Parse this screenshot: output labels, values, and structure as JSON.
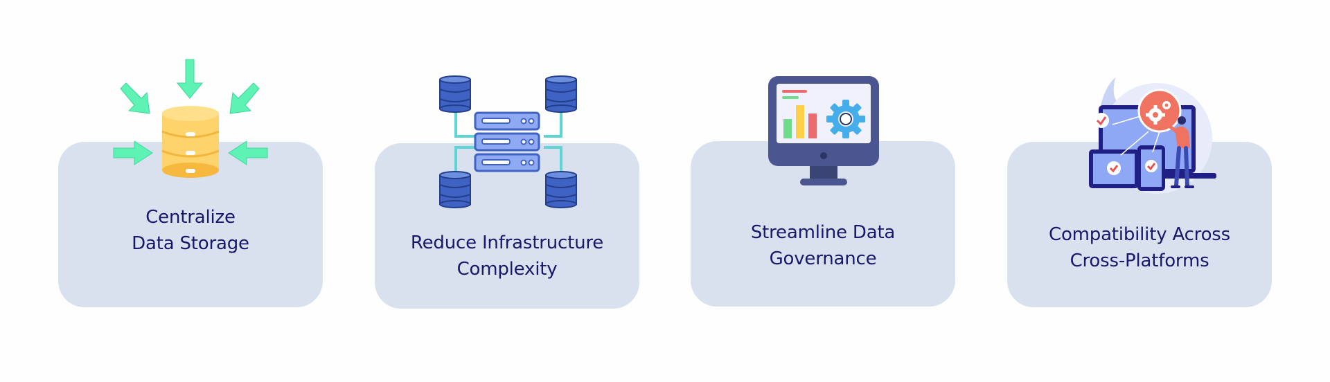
{
  "features": [
    {
      "title": "Centralize\nData Storage",
      "icon": "database-arrows-icon"
    },
    {
      "title": "Reduce Infrastructure\nComplexity",
      "icon": "server-network-icon"
    },
    {
      "title": "Streamline Data\nGovernance",
      "icon": "monitor-dashboard-icon"
    },
    {
      "title": "Compatibility Across\nCross-Platforms",
      "icon": "cross-platform-devices-icon"
    }
  ],
  "colors": {
    "card_bg": "#d9e1ef",
    "title_text": "#17186b",
    "arrow_green": "#5ef2b4",
    "db_yellow": "#ffd36b",
    "db_blue": "#3f63c4",
    "link_teal": "#5ed6d6",
    "monitor_navy": "#4b5691",
    "gear_blue": "#45aeea",
    "person_orange": "#f07361"
  }
}
